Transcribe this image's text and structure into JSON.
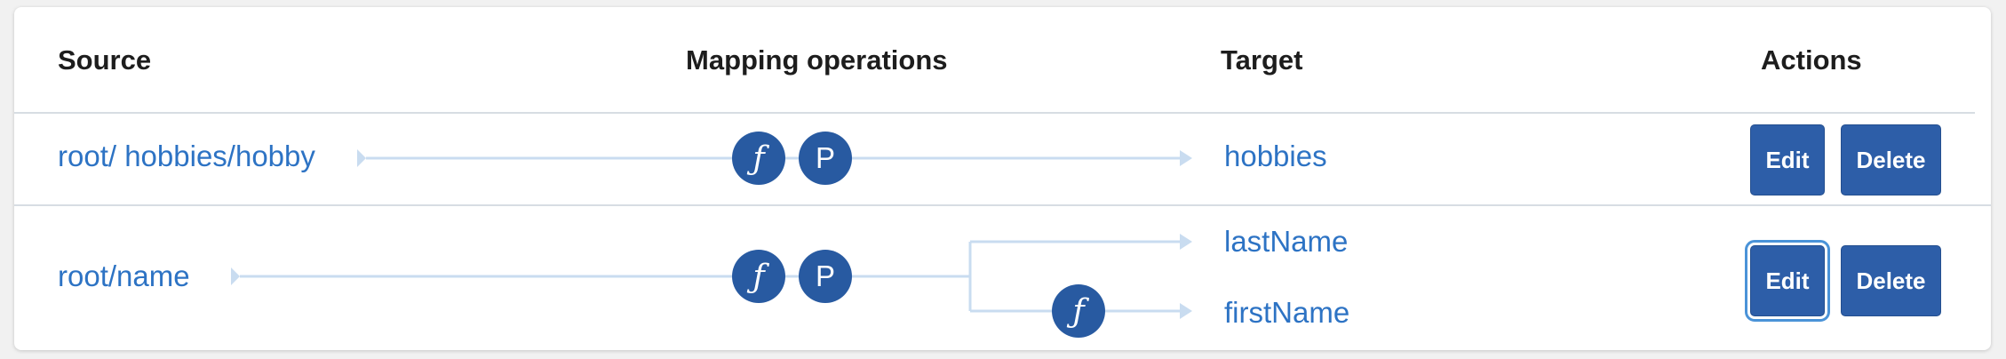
{
  "columns": {
    "source": "Source",
    "mapping": "Mapping operations",
    "target": "Target",
    "actions": "Actions"
  },
  "rows": [
    {
      "source": "root/ hobbies/hobby",
      "operations": [
        "function",
        "P"
      ],
      "targets": [
        {
          "label": "hobbies",
          "ops": []
        }
      ],
      "edit_label": "Edit",
      "delete_label": "Delete"
    },
    {
      "source": "root/name",
      "operations": [
        "function",
        "P"
      ],
      "targets": [
        {
          "label": "lastName",
          "ops": []
        },
        {
          "label": "firstName",
          "ops": [
            "function"
          ]
        }
      ],
      "edit_label": "Edit",
      "delete_label": "Delete",
      "edit_focused": true
    }
  ],
  "icons": {
    "function_glyph": "ƒ",
    "p_glyph": "P"
  },
  "colors": {
    "accent": "#285aa1",
    "link": "#2d73c4",
    "connector": "#c9dcf0",
    "button": "#2d5ea8",
    "focus_ring": "#4a93d8"
  }
}
